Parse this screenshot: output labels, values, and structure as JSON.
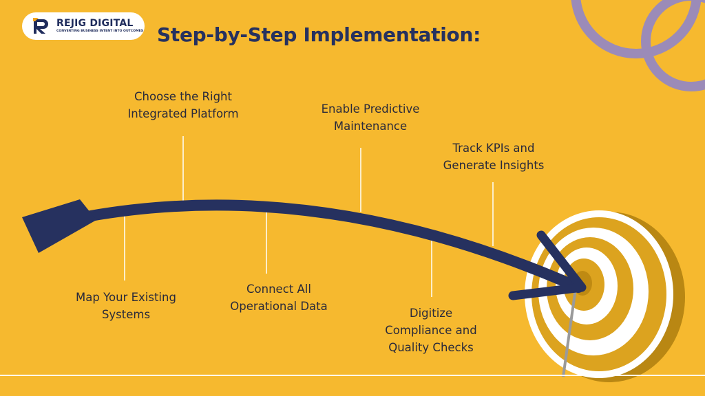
{
  "brand": {
    "name": "REJIG DIGITAL",
    "tagline": "CONVERTING BUSINESS INTENT INTO OUTCOMES"
  },
  "title": "Step-by-Step Implementation:",
  "steps": [
    {
      "line1": "Map Your Existing",
      "line2": "Systems"
    },
    {
      "line1": "Choose the Right",
      "line2": "Integrated Platform"
    },
    {
      "line1": "Connect All",
      "line2": "Operational Data"
    },
    {
      "line1": "Enable Predictive",
      "line2": "Maintenance"
    },
    {
      "line1": "Digitize",
      "line2": "Compliance and",
      "line3": "Quality Checks"
    },
    {
      "line1": "Track KPIs and",
      "line2": "Generate Insights"
    }
  ],
  "colors": {
    "background": "#f6b92f",
    "navy": "#26315f",
    "target_gold": "#dca31f",
    "ring_purple": "#9b8bb8"
  },
  "icons": {
    "logo": "rejig-logo-icon",
    "target": "bullseye-target-icon",
    "arrow": "arrow-icon"
  }
}
